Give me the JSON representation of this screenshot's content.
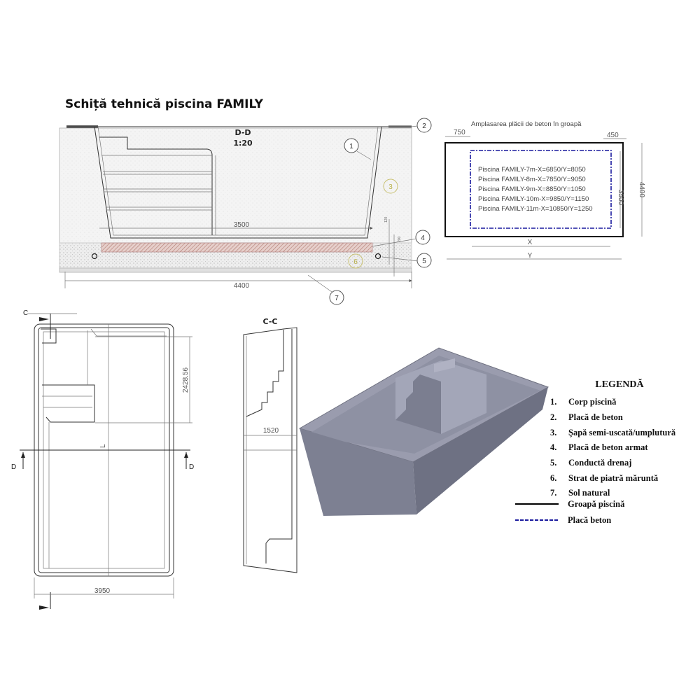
{
  "title": "Schiță tehnică piscina FAMILY",
  "section_dd": {
    "label": "D-D",
    "scale": "1:20",
    "dim_bottom": "3500",
    "dim_total": "4400",
    "dim_small_1": "120",
    "dim_small_2": "200",
    "callouts": [
      "1",
      "2",
      "3",
      "4",
      "5",
      "6",
      "7"
    ]
  },
  "placement": {
    "title": "Amplasarea plăcii de beton în groapă",
    "dim_left": "750",
    "dim_right": "450",
    "dim_inner_height": "3500",
    "dim_outer_height": "4400",
    "dim_x": "X",
    "dim_y": "Y",
    "lines": [
      "Piscina FAMILY-7m-X=6850/Y=8050",
      "Piscina FAMILY-8m-X=7850/Y=9050",
      "Piscina FAMILY-9m-X=8850/Y=1050",
      "Piscina FAMILY-10m-X=9850/Y=1150",
      "Piscina FAMILY-11m-X=10850/Y=1250"
    ]
  },
  "plan_view": {
    "section_c": "C",
    "section_d_left": "D",
    "section_d_right": "D",
    "dim_steps": "2428.56",
    "dim_length": "L",
    "dim_width": "3950"
  },
  "section_cc": {
    "label": "C-C",
    "dim_depth": "1520"
  },
  "legend": {
    "title": "LEGENDĂ",
    "items": [
      {
        "num": "1.",
        "text": "Corp piscină"
      },
      {
        "num": "2.",
        "text": "Placă de beton"
      },
      {
        "num": "3.",
        "text": "Şapă semi-uscată/umplutură"
      },
      {
        "num": "4.",
        "text": "Placă de beton armat"
      },
      {
        "num": "5.",
        "text": "Conductă drenaj"
      },
      {
        "num": "6.",
        "text": "Strat de piatră măruntă"
      },
      {
        "num": "7.",
        "text": "Sol natural"
      }
    ],
    "lines": [
      {
        "text": "Groapă piscină",
        "color": "#000000",
        "style": "solid"
      },
      {
        "text": "Placă beton",
        "color": "#1a1a9e",
        "style": "dashed"
      }
    ]
  },
  "colors": {
    "pool_render": "#8a8d9e",
    "slab_hatch": "#c9a6a0",
    "placa_beton": "#1a1a9e",
    "callout_yellow": "#b8b04a"
  }
}
